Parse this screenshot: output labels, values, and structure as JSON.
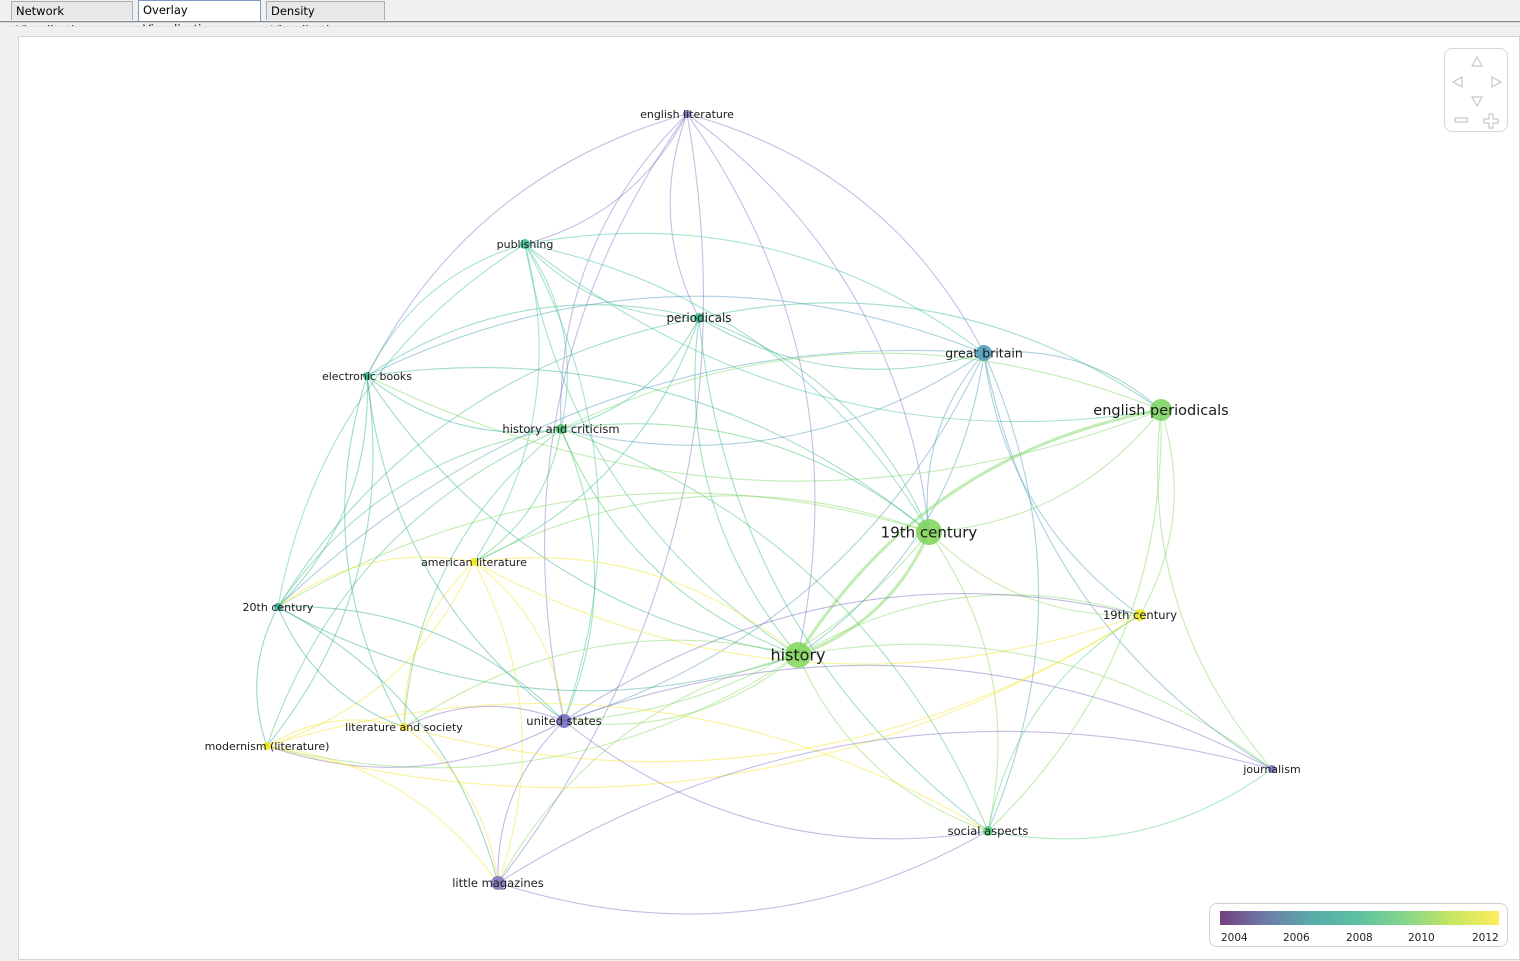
{
  "tabs": [
    {
      "label": "Network Visualization",
      "active": false
    },
    {
      "label": "Overlay Visualization",
      "active": true
    },
    {
      "label": "Density Visualization",
      "active": false
    }
  ],
  "nodes": [
    {
      "id": "english_literature",
      "label": "english literature",
      "color": "#7b73c4"
    },
    {
      "id": "publishing",
      "label": "publishing",
      "color": "#3bbf96"
    },
    {
      "id": "periodicals",
      "label": "periodicals",
      "color": "#33b58a"
    },
    {
      "id": "great_britain",
      "label": "great britain",
      "color": "#4a9ab5"
    },
    {
      "id": "english_periodicals",
      "label": "english periodicals",
      "color": "#78d45a"
    },
    {
      "id": "electronic_books",
      "label": "electronic books",
      "color": "#2fae8e"
    },
    {
      "id": "history_and_criticism",
      "label": "history and criticism",
      "color": "#3cc064"
    },
    {
      "id": "19th_century_a",
      "label": "19th century",
      "color": "#7dd456"
    },
    {
      "id": "american_literature",
      "label": "american literature",
      "color": "#f2e51a"
    },
    {
      "id": "20th_century",
      "label": "20th century",
      "color": "#2aa68e"
    },
    {
      "id": "19th_century_b",
      "label": "19th century",
      "color": "#f0e421"
    },
    {
      "id": "history",
      "label": "history",
      "color": "#80d65a"
    },
    {
      "id": "united_states",
      "label": "united states",
      "color": "#7166bf"
    },
    {
      "id": "literature_and_society",
      "label": "literature and society",
      "color": "#f3e21a"
    },
    {
      "id": "modernism",
      "label": "modernism (literature)",
      "color": "#f2e41a"
    },
    {
      "id": "journalism",
      "label": "journalism",
      "color": "#7a6ec4"
    },
    {
      "id": "social_aspects",
      "label": "social aspects",
      "color": "#4ccf7a"
    },
    {
      "id": "little_magazines",
      "label": "little magazines",
      "color": "#7a6fc0"
    }
  ],
  "edges": [
    [
      "english_literature",
      "publishing"
    ],
    [
      "english_literature",
      "periodicals"
    ],
    [
      "english_literature",
      "great_britain"
    ],
    [
      "english_literature",
      "history_and_criticism"
    ],
    [
      "english_literature",
      "history"
    ],
    [
      "english_literature",
      "united_states"
    ],
    [
      "english_literature",
      "little_magazines"
    ],
    [
      "english_literature",
      "electronic_books"
    ],
    [
      "english_literature",
      "19th_century_a"
    ],
    [
      "publishing",
      "periodicals"
    ],
    [
      "publishing",
      "great_britain"
    ],
    [
      "publishing",
      "electronic_books"
    ],
    [
      "publishing",
      "history_and_criticism"
    ],
    [
      "publishing",
      "history"
    ],
    [
      "publishing",
      "19th_century_a"
    ],
    [
      "publishing",
      "20th_century"
    ],
    [
      "publishing",
      "united_states"
    ],
    [
      "publishing",
      "english_periodicals"
    ],
    [
      "publishing",
      "american_literature"
    ],
    [
      "periodicals",
      "great_britain"
    ],
    [
      "periodicals",
      "english_periodicals"
    ],
    [
      "periodicals",
      "history"
    ],
    [
      "periodicals",
      "19th_century_a"
    ],
    [
      "periodicals",
      "electronic_books"
    ],
    [
      "periodicals",
      "history_and_criticism"
    ],
    [
      "periodicals",
      "20th_century"
    ],
    [
      "periodicals",
      "american_literature"
    ],
    [
      "periodicals",
      "social_aspects"
    ],
    [
      "great_britain",
      "english_periodicals"
    ],
    [
      "great_britain",
      "19th_century_a"
    ],
    [
      "great_britain",
      "history"
    ],
    [
      "great_britain",
      "electronic_books"
    ],
    [
      "great_britain",
      "history_and_criticism"
    ],
    [
      "great_britain",
      "journalism"
    ],
    [
      "great_britain",
      "social_aspects"
    ],
    [
      "great_britain",
      "20th_century"
    ],
    [
      "great_britain",
      "united_states"
    ],
    [
      "great_britain",
      "19th_century_b"
    ],
    [
      "english_periodicals",
      "19th_century_a"
    ],
    [
      "english_periodicals",
      "history"
    ],
    [
      "english_periodicals",
      "19th_century_b"
    ],
    [
      "english_periodicals",
      "history_and_criticism"
    ],
    [
      "english_periodicals",
      "electronic_books"
    ],
    [
      "english_periodicals",
      "journalism"
    ],
    [
      "english_periodicals",
      "social_aspects"
    ],
    [
      "electronic_books",
      "history_and_criticism"
    ],
    [
      "electronic_books",
      "20th_century"
    ],
    [
      "electronic_books",
      "history"
    ],
    [
      "electronic_books",
      "19th_century_a"
    ],
    [
      "electronic_books",
      "united_states"
    ],
    [
      "electronic_books",
      "modernism"
    ],
    [
      "electronic_books",
      "literature_and_society"
    ],
    [
      "history_and_criticism",
      "19th_century_a"
    ],
    [
      "history_and_criticism",
      "history"
    ],
    [
      "history_and_criticism",
      "american_literature"
    ],
    [
      "history_and_criticism",
      "20th_century"
    ],
    [
      "history_and_criticism",
      "united_states"
    ],
    [
      "history_and_criticism",
      "modernism"
    ],
    [
      "history_and_criticism",
      "social_aspects"
    ],
    [
      "history_and_criticism",
      "literature_and_society"
    ],
    [
      "19th_century_a",
      "history"
    ],
    [
      "19th_century_a",
      "19th_century_b"
    ],
    [
      "19th_century_a",
      "social_aspects"
    ],
    [
      "19th_century_a",
      "20th_century"
    ],
    [
      "19th_century_a",
      "united_states"
    ],
    [
      "19th_century_a",
      "american_literature"
    ],
    [
      "american_literature",
      "history"
    ],
    [
      "american_literature",
      "20th_century"
    ],
    [
      "american_literature",
      "modernism"
    ],
    [
      "american_literature",
      "literature_and_society"
    ],
    [
      "american_literature",
      "united_states"
    ],
    [
      "american_literature",
      "19th_century_b"
    ],
    [
      "american_literature",
      "little_magazines"
    ],
    [
      "20th_century",
      "history"
    ],
    [
      "20th_century",
      "united_states"
    ],
    [
      "20th_century",
      "modernism"
    ],
    [
      "20th_century",
      "little_magazines"
    ],
    [
      "20th_century",
      "literature_and_society"
    ],
    [
      "history",
      "19th_century_b"
    ],
    [
      "history",
      "social_aspects"
    ],
    [
      "history",
      "united_states"
    ],
    [
      "history",
      "literature_and_society"
    ],
    [
      "history",
      "modernism"
    ],
    [
      "history",
      "little_magazines"
    ],
    [
      "history",
      "journalism"
    ],
    [
      "united_states",
      "literature_and_society"
    ],
    [
      "united_states",
      "modernism"
    ],
    [
      "united_states",
      "little_magazines"
    ],
    [
      "united_states",
      "journalism"
    ],
    [
      "united_states",
      "social_aspects"
    ],
    [
      "united_states",
      "19th_century_b"
    ],
    [
      "literature_and_society",
      "modernism"
    ],
    [
      "literature_and_society",
      "little_magazines"
    ],
    [
      "literature_and_society",
      "19th_century_b"
    ],
    [
      "modernism",
      "little_magazines"
    ],
    [
      "modernism",
      "19th_century_b"
    ],
    [
      "modernism",
      "social_aspects"
    ],
    [
      "little_magazines",
      "social_aspects"
    ],
    [
      "little_magazines",
      "journalism"
    ],
    [
      "social_aspects",
      "journalism"
    ],
    [
      "social_aspects",
      "19th_century_b"
    ]
  ],
  "legend": {
    "ticks": [
      "2004",
      "2006",
      "2008",
      "2010",
      "2012"
    ]
  }
}
